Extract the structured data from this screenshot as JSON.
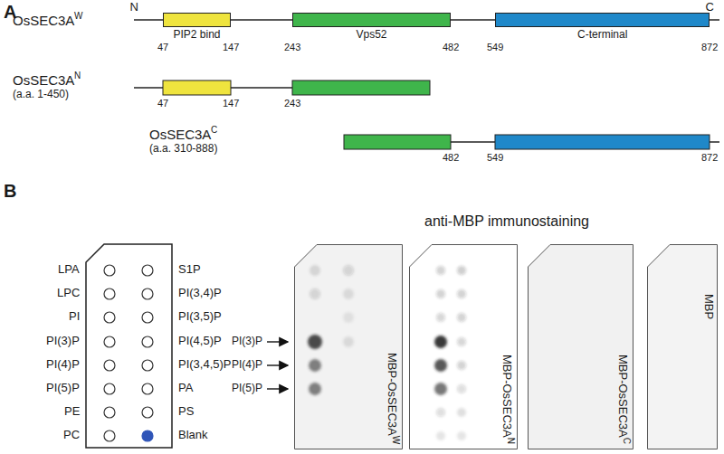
{
  "diagram": {
    "nodes": [
      {
        "text": [
          "PIP2 bind"
        ]
      },
      {
        "text": [
          "Vps52"
        ]
      },
      {
        "text": [
          "C-terminal"
        ]
      },
      {
        "text": [
          "MBP-OsSEC3A",
          "W"
        ]
      },
      {
        "text": [
          "MBP-OsSEC3A",
          "N"
        ]
      },
      {
        "text": [
          "MBP-OsSEC3A",
          "C"
        ]
      },
      {
        "text": [
          "MBP"
        ]
      }
    ],
    "labels": [
      "A",
      "N",
      "C",
      "OsSEC3A",
      "W",
      "47",
      "147",
      "243",
      "482",
      "549",
      "872",
      "OsSEC3A",
      "N",
      "(a.a. 1-450)",
      "47",
      "147",
      "243",
      "OsSEC3A",
      "C",
      "(a.a. 310-888)",
      "482",
      "549",
      "872",
      "B",
      "LPA",
      "LPC",
      "PI",
      "PI(3)P",
      "PI(4)P",
      "PI(5)P",
      "PE",
      "PC",
      "S1P",
      "PI(3,4)P",
      "PI(3,5)P",
      "PI(4,5)P",
      "PI(3,4,5)P",
      "PA",
      "PS",
      "Blank",
      "anti-MBP immunostaining",
      "PI(3)P",
      "PI(4)P",
      "PI(5)P"
    ]
  }
}
